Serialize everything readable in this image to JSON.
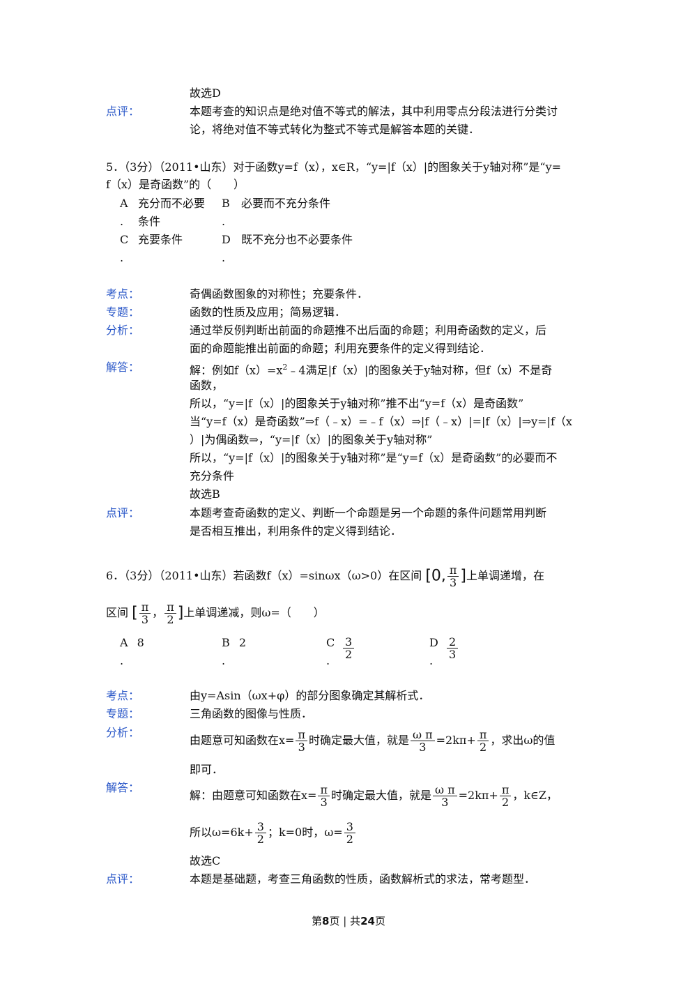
{
  "prev": {
    "answer": "故选D",
    "comment_label": "点评：",
    "comment_l1": "本题考查的知识点是绝对值不等式的解法，其中利用零点分段法进行分类讨",
    "comment_l2": "论，将绝对值不等式转化为整式不等式是解答本题的关键．"
  },
  "q5": {
    "stem_l1": "5．（3分）（2011•山东）对于函数y=f（x），x∈R，“y=|f（x）|的图象关于y轴对称”是“y=",
    "stem_l2": "f（x）是奇函数”的（　　）",
    "options": [
      {
        "letter": "A",
        "text_l1": "充分而不必要",
        "text_l2": "条件"
      },
      {
        "letter": "B",
        "text_l1": "必要而不充分条件",
        "text_l2": ""
      },
      {
        "letter": "C",
        "text_l1": "充要条件",
        "text_l2": ""
      },
      {
        "letter": "D",
        "text_l1": "既不充分也不必要条件",
        "text_l2": ""
      }
    ],
    "kaodian_label": "考点：",
    "kaodian": "奇偶函数图象的对称性；充要条件．",
    "zhuanti_label": "专题：",
    "zhuanti": "函数的性质及应用；简易逻辑．",
    "fenxi_label": "分析：",
    "fenxi_l1": "通过举反例判断出前面的命题推不出后面的命题；利用奇函数的定义，后",
    "fenxi_l2": "面的命题能推出前面的命题；利用充要条件的定义得到结论．",
    "jieda_label": "解答：",
    "jieda_l1a": "解：例如f（x）=x",
    "jieda_l1sup": "2",
    "jieda_l1b": "﹣4满足|f（x）|的图象关于y轴对称，但f（x）不是奇",
    "jieda_l2": "函数，",
    "jieda_l3": "所以，“y=|f（x）|的图象关于y轴对称”推不出“y=f（x）是奇函数”",
    "jieda_l4": "当“y=f（x）是奇函数”⇒f（﹣x）=﹣f（x）⇒|f（﹣x）|=|f（x）|⇒y=|f（x",
    "jieda_l5": "）|为偶函数⇒，“y=|f（x）|的图象关于y轴对称”",
    "jieda_l6": "所以，“y=|f（x）|的图象关于y轴对称”是“y=f（x）是奇函数”的必要而不",
    "jieda_l7": "充分条件",
    "jieda_l8": "故选B",
    "dianping_label": "点评：",
    "dianping_l1": "本题考查奇函数的定义、判断一个命题是另一个命题的条件问题常用判断",
    "dianping_l2": "是否相互推出，利用条件的定义得到结论．"
  },
  "q6": {
    "stem_a": "6．（3分）（2011•山东）若函数f（x）=sinωx（ω>0）在区间",
    "stem_b": "上单调递增，在",
    "stem_c": "区间",
    "stem_d": "上单调递减，则ω=（　　）",
    "int1_open": "[0,",
    "int1_close": "]",
    "int2_open": "[",
    "int2_sep": "，",
    "int2_close": "]",
    "pi": "π",
    "three": "3",
    "two": "2",
    "options": [
      {
        "letter": "A",
        "value": "8"
      },
      {
        "letter": "B",
        "value": "2"
      },
      {
        "letter": "C",
        "num": "3",
        "den": "2"
      },
      {
        "letter": "D",
        "num": "2",
        "den": "3"
      }
    ],
    "kaodian_label": "考点：",
    "kaodian": "由y=Asin（ωx+φ）的部分图象确定其解析式．",
    "zhuanti_label": "专题：",
    "zhuanti": "三角函数的图像与性质．",
    "fenxi_label": "分析：",
    "fenxi_a": "由题意可知函数在x=",
    "fenxi_b": "时确定最大值，就是",
    "fenxi_c": "=2kπ+",
    "fenxi_d": "，求出ω的值",
    "fenxi_l2": "即可．",
    "omega_pi": "ω π",
    "jieda_label": "解答：",
    "jieda_a": "解：由题意可知函数在x=",
    "jieda_b": "时确定最大值，就是",
    "jieda_c": "=2kπ+",
    "jieda_d": "，k∈Z，",
    "jieda_e": "所以ω=6k+",
    "jieda_f": "；k=0时，ω=",
    "jieda_g": "故选C",
    "dianping_label": "点评：",
    "dianping": "本题是基础题，考查三角函数的性质，函数解析式的求法，常考题型．"
  },
  "footer": {
    "pre": "第",
    "page": "8",
    "mid": "页 | 共",
    "total": "24",
    "post": "页"
  }
}
